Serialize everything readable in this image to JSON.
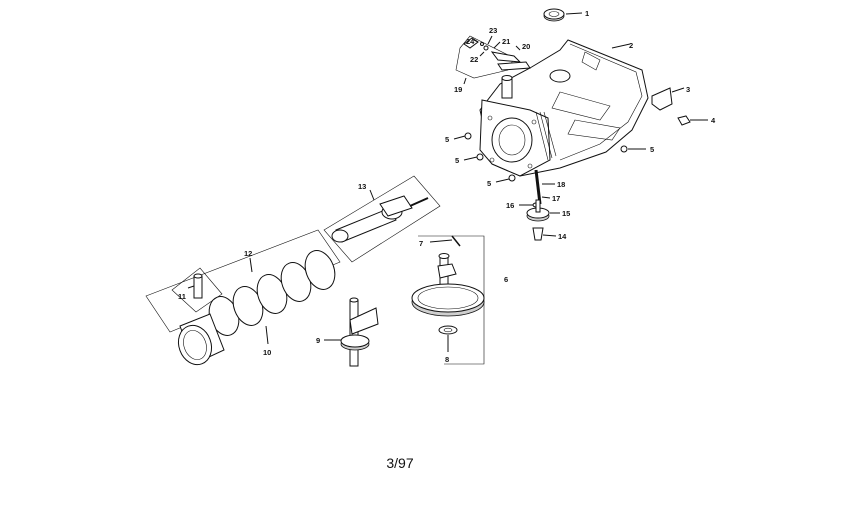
{
  "footer": {
    "page": "3/97"
  },
  "callouts": {
    "c1": "1",
    "c2": "2",
    "c3": "3",
    "c4": "4",
    "c5a": "5",
    "c5b": "5",
    "c5c": "5",
    "c5d": "5",
    "c6": "6",
    "c7": "7",
    "c8": "8",
    "c9": "9",
    "c10": "10",
    "c11": "11",
    "c12": "12",
    "c13": "13",
    "c14": "14",
    "c15": "15",
    "c16": "16",
    "c17": "17",
    "c18": "18",
    "c19": "19",
    "c20": "20",
    "c21": "21",
    "c22": "22",
    "c23": "23",
    "c24": "24"
  }
}
